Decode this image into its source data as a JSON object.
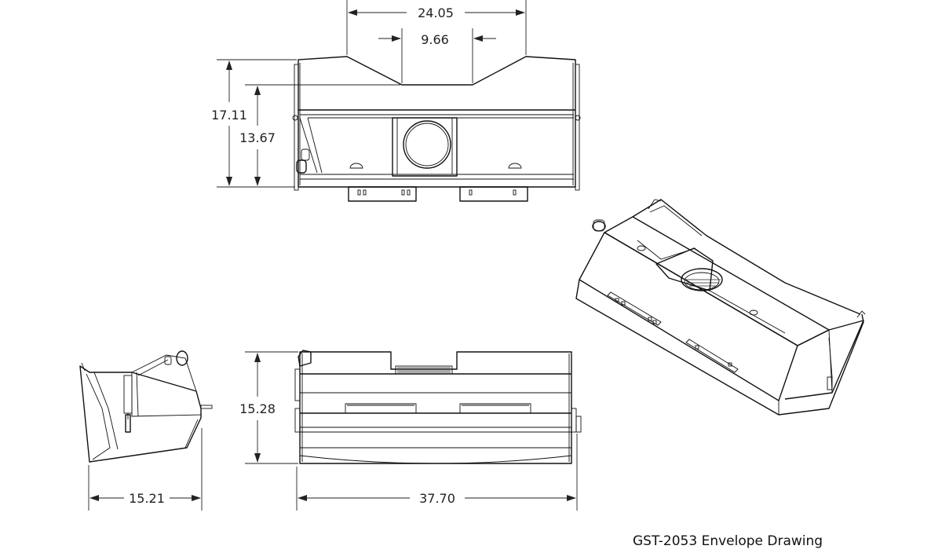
{
  "drawing": {
    "caption": "GST-2053 Envelope Drawing",
    "dimensions": {
      "top_width": "24.05",
      "top_notch": "9.66",
      "front_height_total": "17.11",
      "front_height_inner": "13.67",
      "bottom_view_height": "15.28",
      "bottom_view_width": "37.70",
      "side_view_width": "15.21"
    }
  }
}
